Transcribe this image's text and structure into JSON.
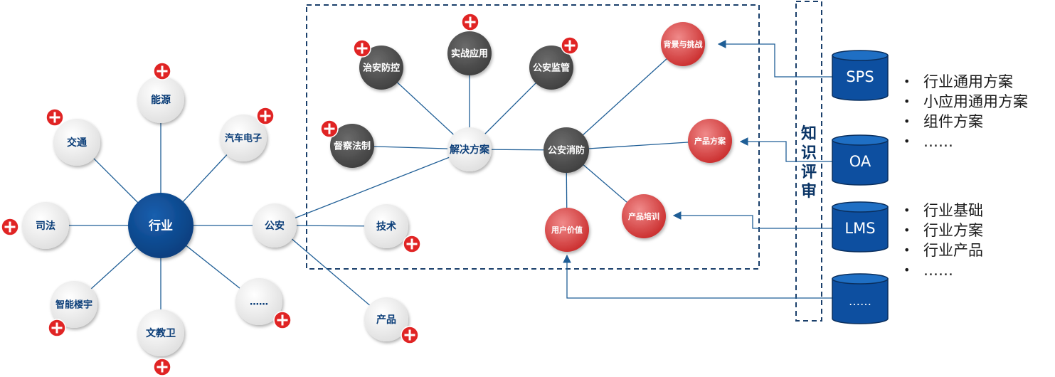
{
  "industry_hub": {
    "center": "行业",
    "spokes": [
      "能源",
      "汽车电子",
      "公安",
      "……",
      "文教卫",
      "智能楼宇",
      "司法",
      "交通"
    ],
    "police_branches": [
      "技术",
      "产品"
    ]
  },
  "knowledge_frame": {
    "solution": "解决方案",
    "solution_children": [
      "治安防控",
      "实战应用",
      "公安监管",
      "督察法制"
    ],
    "fire": "公安消防",
    "fire_children": [
      "背景与挑战",
      "产品方案",
      "产品培训",
      "用户价值"
    ]
  },
  "review": {
    "label": "知识评审",
    "chars": [
      "知",
      "识",
      "评",
      "审"
    ]
  },
  "sources": [
    "SPS",
    "OA",
    "LMS",
    "……"
  ],
  "lists": {
    "sps": [
      "行业通用方案",
      "小应用通用方案",
      "组件方案",
      "……"
    ],
    "lms": [
      "行业基础",
      "行业方案",
      "行业产品",
      "……"
    ]
  },
  "colors": {
    "hub": "#0a4a94",
    "dark_node": "#505050",
    "red_node": "#d23a3a",
    "light_node": "#f2f2f2",
    "plus": "#e02424",
    "line": "#1f5e96",
    "cylinder": "#0d4fa0"
  },
  "icons": {
    "expand": "plus-icon",
    "source": "database-icon"
  }
}
